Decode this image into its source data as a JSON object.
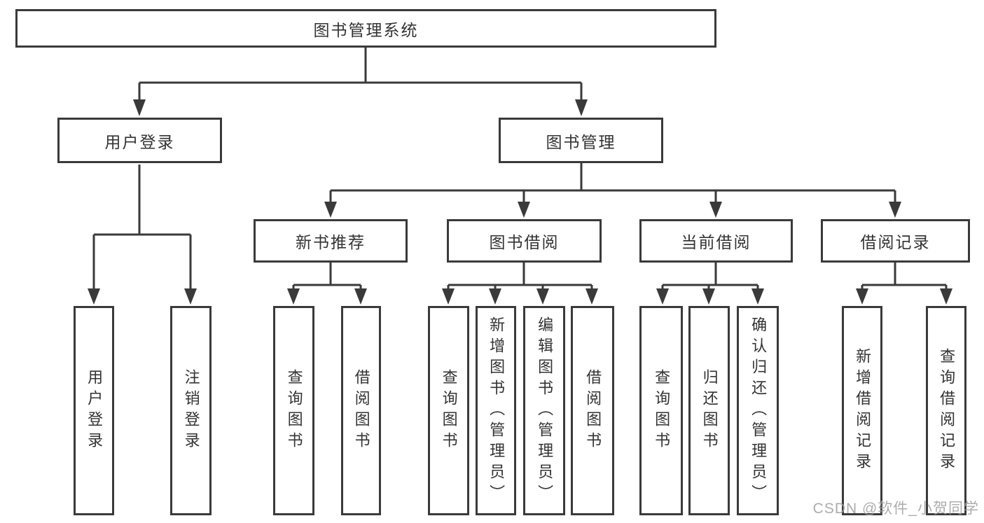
{
  "nodes": {
    "root": "图书管理系统",
    "level2": {
      "user_login": "用户登录",
      "book_management": "图书管理"
    },
    "level3": {
      "new_book_rec": "新书推荐",
      "book_borrow": "图书借阅",
      "current_borrow": "当前借阅",
      "borrow_records": "借阅记录"
    },
    "level4": {
      "user_login": "用户登录",
      "logout": "注销登录",
      "query_books_a": "查询图书",
      "borrow_books_a": "借阅图书",
      "query_books_b": "查询图书",
      "add_books": "新增图书（管理员）",
      "edit_books": "编辑图书（管理员）",
      "borrow_books_b": "借阅图书",
      "query_books_c": "查询图书",
      "return_books": "归还图书",
      "confirm_return": "确认归还（管理员）",
      "add_borrow_record": "新增借阅记录",
      "query_borrow_record": "查询借阅记录"
    }
  },
  "watermark": "CSDN @软件_小贺同学",
  "colors": {
    "line": "#3a3a3a",
    "text": "#333333",
    "watermark": "#9e9e9e"
  }
}
